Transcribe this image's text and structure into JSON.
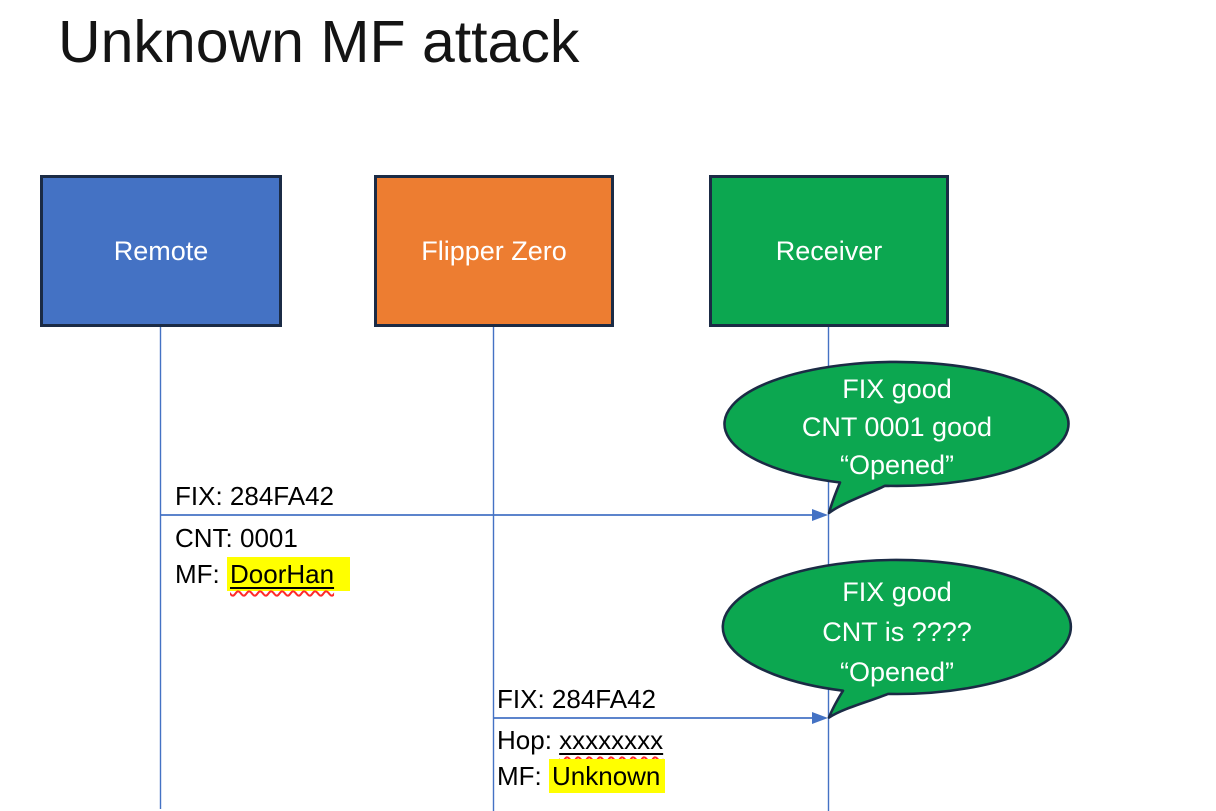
{
  "title": "Unknown MF attack",
  "actors": [
    {
      "label": "Remote",
      "fill": "#4472C4"
    },
    {
      "label": "Flipper Zero",
      "fill": "#ED7D31"
    },
    {
      "label": "Receiver",
      "fill": "#0CA750"
    }
  ],
  "messages": {
    "m1": {
      "line1": "FIX: 284FA42",
      "line2": "CNT: 0001",
      "line3_prefix": "MF: ",
      "line3_value": "DoorHan"
    },
    "m2": {
      "line1": "FIX: 284FA42",
      "line2_prefix": "Hop: ",
      "line2_value": "xxxxxxxx",
      "line3_prefix": "MF: ",
      "line3_value": "Unknown"
    }
  },
  "bubbles": {
    "b1": {
      "line1": "FIX good",
      "line2": "CNT 0001 good",
      "line3": "“Opened”"
    },
    "b2": {
      "line1": "FIX good",
      "line2": "CNT is ????",
      "line3": "“Opened”"
    }
  },
  "colors": {
    "actor_blue": "#4472C4",
    "actor_orange": "#ED7D31",
    "shape_green": "#0CA750",
    "shape_border_navy": "#1B2B45",
    "connector_blue": "#4472C4",
    "highlight_yellow": "#FFFF00",
    "squiggle_red": "#FF2B2B",
    "bubble_text_white": "#FFFFFF",
    "label_text_black": "#000000",
    "title_text": "#141414"
  }
}
